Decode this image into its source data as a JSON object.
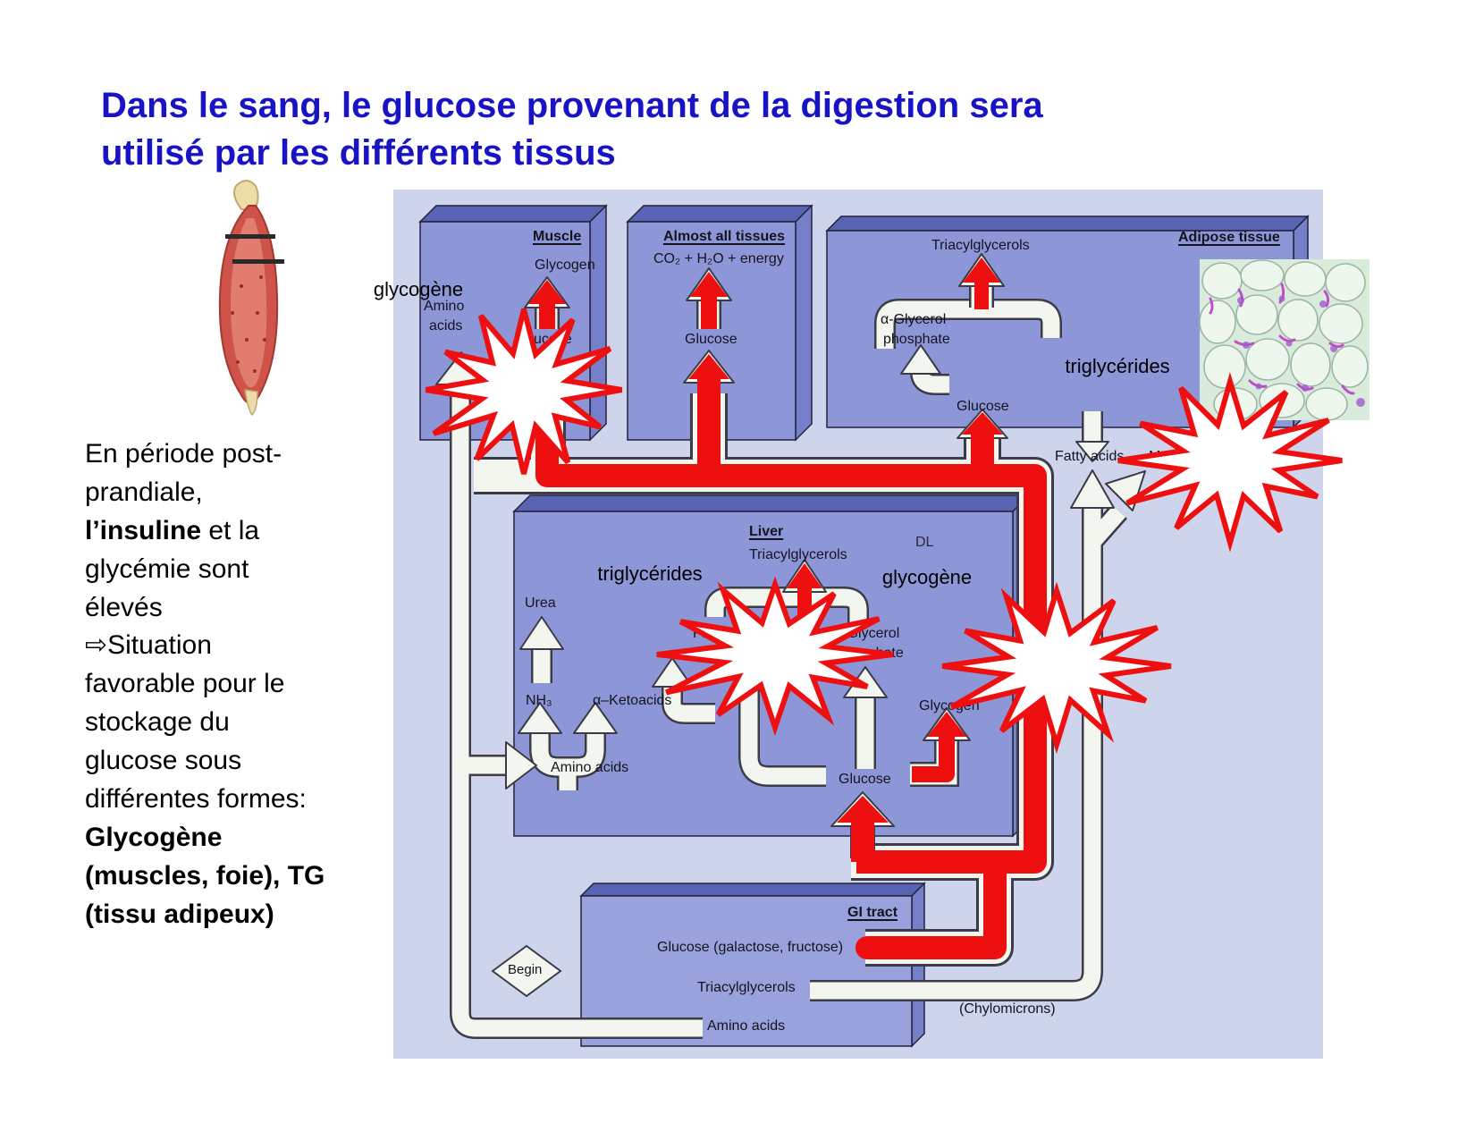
{
  "title": {
    "line1": "Dans le sang, le glucose provenant de la digestion sera",
    "line2": "utilisé par les différents tissus"
  },
  "side_note": {
    "l1": "En période post-",
    "l2": "prandiale,",
    "l3_bold": "l’insuline",
    "l3_rest": " et la",
    "l4": "glycémie sont",
    "l5": "élevés",
    "l6": "⇨Situation",
    "l7": "favorable pour le",
    "l8": "stockage du",
    "l9": "glucose sous",
    "l10": "différentes formes:",
    "l11_bold": "Glycogène",
    "l12_bold": "(muscles, foie), TG",
    "l13_bold": "(tissu adipeux)"
  },
  "stars": {
    "glycogene_muscle": "glycogène",
    "triglycerides_adipose": "triglycérides",
    "triglycerides_liver": "triglycérides",
    "glycogene_liver": "glycogène"
  },
  "diagram": {
    "muscle_box": {
      "title": "Muscle",
      "glycogen": "Glycogen",
      "amino_line1": "Amino",
      "amino_line2": "acids",
      "glucose": "Glucose"
    },
    "all_tissues_box": {
      "title": "Almost all tissues",
      "co2": "CO₂ + H₂O + energy",
      "glucose": "Glucose"
    },
    "adipose_box": {
      "title": "Adipose tissue",
      "triacylglycerols": "Triacylglycerols",
      "glycerol_phosphate_line1": "α-Glycerol",
      "glycerol_phosphate_line2": "phosphate",
      "glucose": "Glucose",
      "fatty_acids": "Fatty acids",
      "monoglycerides": "Monoglycerides"
    },
    "liver_box": {
      "title": "Liver",
      "triacylglycerols": "Triacylglycerols",
      "vldl_fragment": "DL",
      "urea": "Urea",
      "nh3": "NH₃",
      "ketoacids": "α–Ketoacids",
      "fatty_acids": "Fatty acids",
      "glycerol_phosphate_line1": "α-Glycerol",
      "glycerol_phosphate_line2": "phosphate",
      "glycogen": "Glycogen",
      "glucose": "Glucose",
      "amino_acids": "Amino acids"
    },
    "gi_box": {
      "title": "GI tract",
      "glucose": "Glucose (galactose, fructose)",
      "triacylglycerols": "Triacylglycerols",
      "amino_acids": "Amino acids",
      "chylomicrons": "(Chylomicrons)",
      "begin": "Begin"
    }
  },
  "colors": {
    "title_blue": "#1913c6",
    "accent_red": "#ee1010",
    "panel": "#ced4ec",
    "box_front": "#8d97d7",
    "box_bevel_top": "#5963b3",
    "box_bevel_side": "#7680ca",
    "channel_white": "#f2f6ee"
  }
}
